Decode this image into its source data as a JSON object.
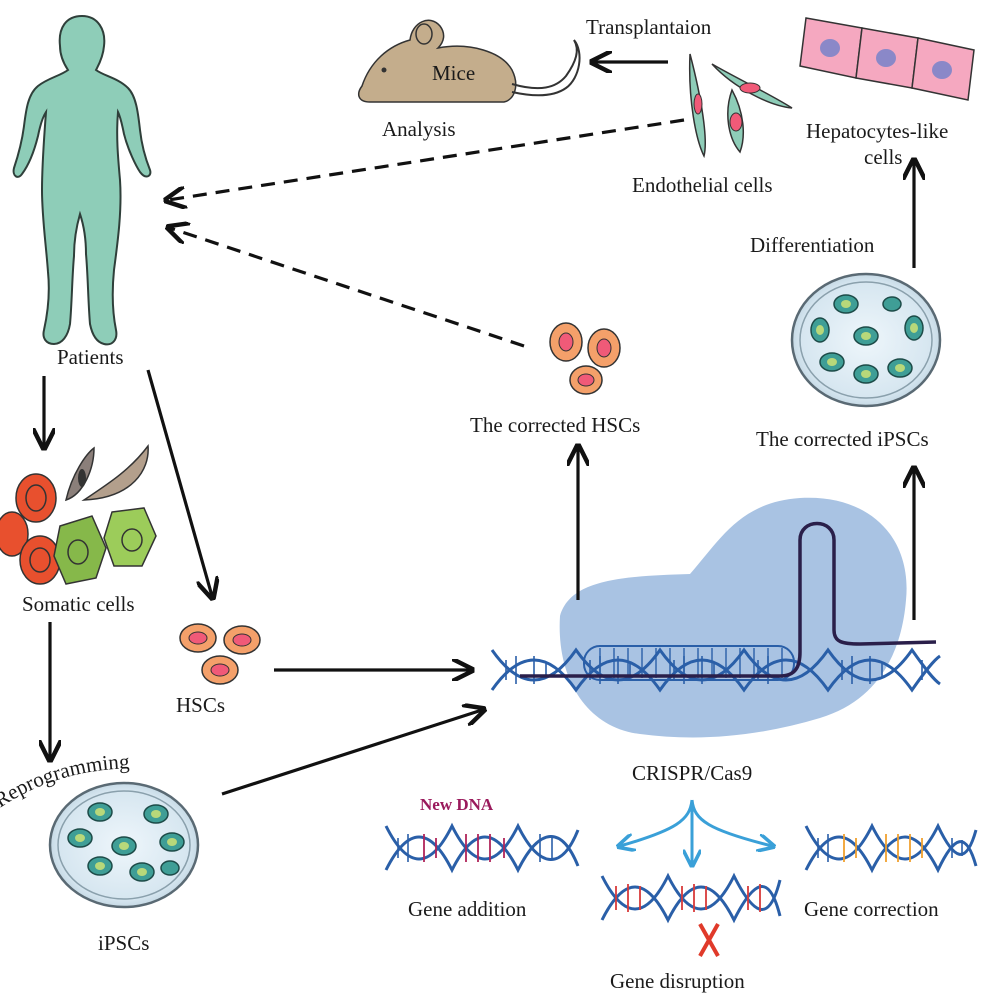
{
  "labels": {
    "patients": "Patients",
    "somatic_cells": "Somatic cells",
    "hscs": "HSCs",
    "reprogramming": "Reprogramming",
    "ipscs": "iPSCs",
    "corrected_hscs": "The corrected HSCs",
    "corrected_ipscs": "The corrected iPSCs",
    "differentiation": "Differentiation",
    "hepatocytes_line1": "Hepatocytes-like",
    "hepatocytes_line2": "cells",
    "endothelial_cells": "Endothelial cells",
    "transplantation": "Transplantaion",
    "mice": "Mice",
    "analysis": "Analysis",
    "crispr": "CRISPR/Cas9",
    "new_dna": "New DNA",
    "gene_addition": "Gene addition",
    "gene_disruption": "Gene disruption",
    "gene_correction": "Gene correction"
  },
  "colors": {
    "patient_fill": "#8ecdb8",
    "cas9_blob": "#a9c3e3",
    "dna_blue": "#2a5fa8",
    "dna_red": "#d83a3a",
    "dna_orange": "#f0a030",
    "stem_cell": "#3f9e96",
    "stem_nucleus": "#b8d87a",
    "hsc_fill": "#f4a06a",
    "hsc_nucleus": "#f05a78",
    "hepatocyte_fill": "#f5a8c0",
    "hepatocyte_nucleus": "#8a88c8",
    "mouse_fill": "#c4ad8c",
    "disruption_x": "#e03a2a"
  }
}
